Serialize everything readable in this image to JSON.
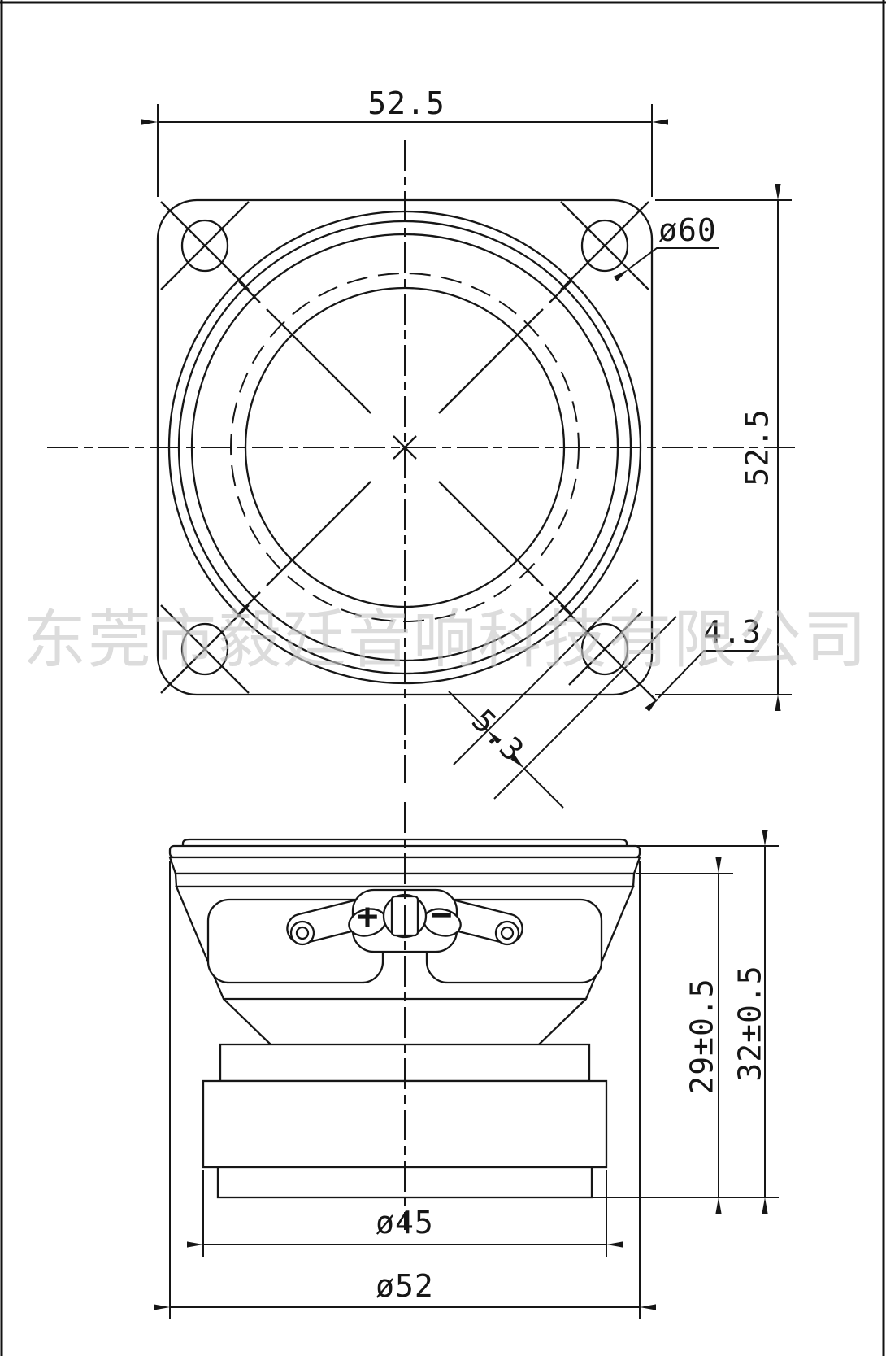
{
  "drawing": {
    "watermark": "东莞市毅廷音响科技有限公司",
    "front_view": {
      "frame_width": "52.5",
      "frame_height": "52.5",
      "corner_diameter": "ø60",
      "mounting_hole_diameter": "4.3",
      "mounting_hole_offset": "5.3"
    },
    "side_view": {
      "terminal_positive": "+",
      "terminal_negative": "−",
      "mounting_depth": "29±0.5",
      "total_depth": "32±0.5",
      "magnet_diameter": "ø45",
      "basket_diameter": "ø52"
    }
  }
}
